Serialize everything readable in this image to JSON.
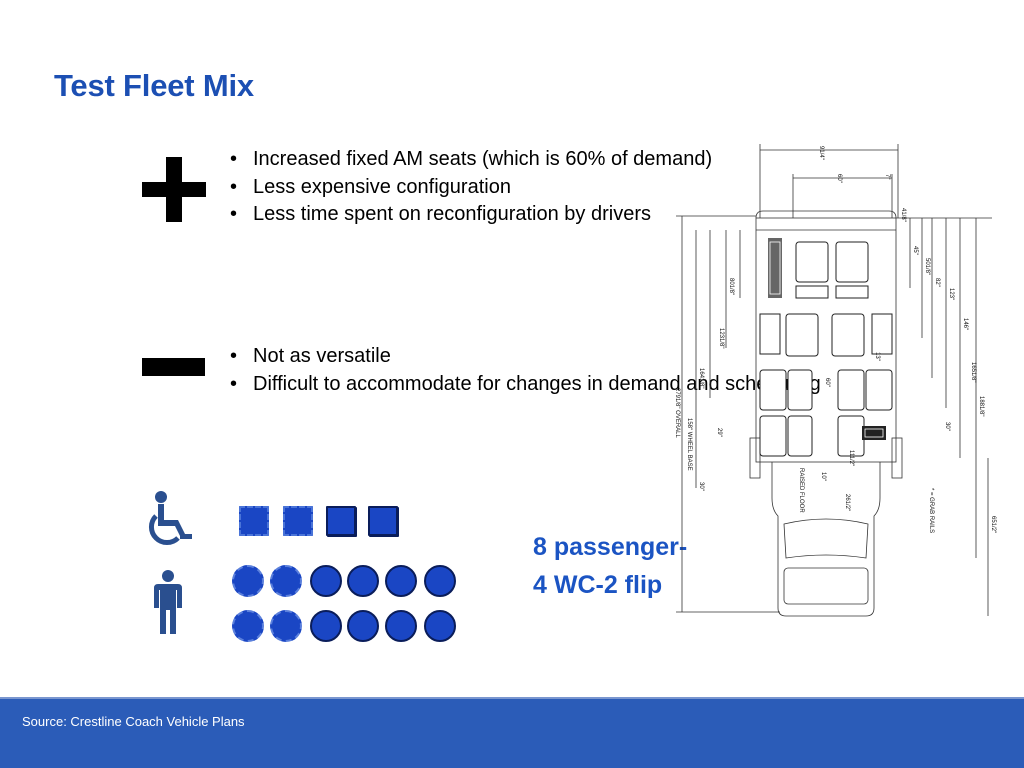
{
  "title": "Test Fleet Mix",
  "pros": [
    "Increased fixed AM seats (which is 60% of demand)",
    "Less expensive configuration",
    "Less time spent on reconfiguration by drivers"
  ],
  "cons": [
    "Not as versatile",
    "Difficult to accommodate for changes in demand and scheduling"
  ],
  "caption": {
    "line1": "8 passenger-",
    "line2": "4 WC-2 flip"
  },
  "source": "Source: Crestline Coach Vehicle Plans",
  "diagram": {
    "labels": [
      "91/4\"",
      "60\"",
      "7\"",
      "41/8\"",
      "97/8\"",
      "45\"",
      "501/8\"",
      "82\"",
      "971/8\"",
      "123\"",
      "146\"",
      "1651/8\"",
      "1881/8\"",
      "651/2\"",
      "1231/8\"",
      "801/8\"",
      "641/8\"",
      "1641/8\"",
      "2791/8\" OVERALL",
      "158\" WHEEL BASE",
      "29\"",
      "30\"",
      "30\"",
      "60\"",
      "13\"",
      "15\"",
      "111/2\"",
      "10\"",
      "261/2\"",
      "RAISED FLOOR",
      "* = GRAB RAILS"
    ]
  },
  "seats": {
    "wheelchair": [
      "dashed",
      "dashed",
      "solid",
      "solid"
    ],
    "ambulatory_row1": [
      "dashed",
      "dashed",
      "solid",
      "solid",
      "solid",
      "solid"
    ],
    "ambulatory_row2": [
      "dashed",
      "dashed",
      "solid",
      "solid",
      "solid",
      "solid"
    ]
  },
  "colors": {
    "title": "#1c4fb3",
    "accent": "#1a46c4",
    "footer": "#2b5cb8",
    "icon": "#2a4f8f"
  },
  "icons": {
    "plus": "plus-icon",
    "minus": "minus-icon",
    "wheelchair": "wheelchair-icon",
    "person": "person-icon"
  }
}
